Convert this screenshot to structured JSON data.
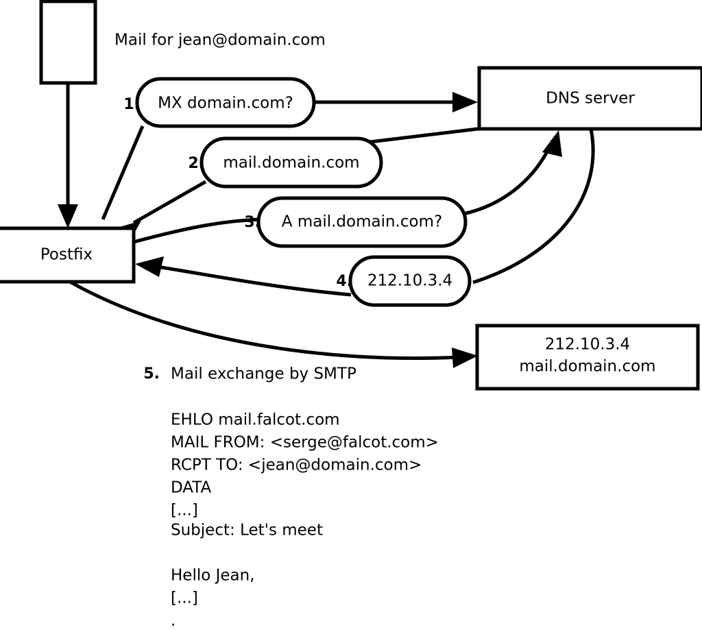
{
  "diagram": {
    "title": "Mail for jean@domain.com",
    "nodes": [
      {
        "id": "client",
        "label": ""
      },
      {
        "id": "postfix",
        "label": "Postfix"
      },
      {
        "id": "dns",
        "label": "DNS server"
      },
      {
        "id": "mailserver",
        "line1": "212.10.3.4",
        "line2": "mail.domain.com"
      }
    ],
    "steps": [
      {
        "num": "1.",
        "label": "MX domain.com?"
      },
      {
        "num": "2.",
        "label": "mail.domain.com"
      },
      {
        "num": "3.",
        "label": "A mail.domain.com?"
      },
      {
        "num": "4.",
        "label": "212.10.3.4"
      }
    ],
    "final_step": {
      "num": "5.",
      "label": "Mail exchange by SMTP"
    },
    "transcript": [
      "EHLO mail.falcot.com",
      "MAIL FROM: <serge@falcot.com>",
      "RCPT TO: <jean@domain.com>",
      "DATA",
      "[...]",
      "Subject: Let's meet",
      "",
      "Hello Jean,",
      "[...]",
      "."
    ],
    "colors": {
      "stroke": "#000000",
      "fill": "#ffffff",
      "background": "#ffffff"
    }
  }
}
